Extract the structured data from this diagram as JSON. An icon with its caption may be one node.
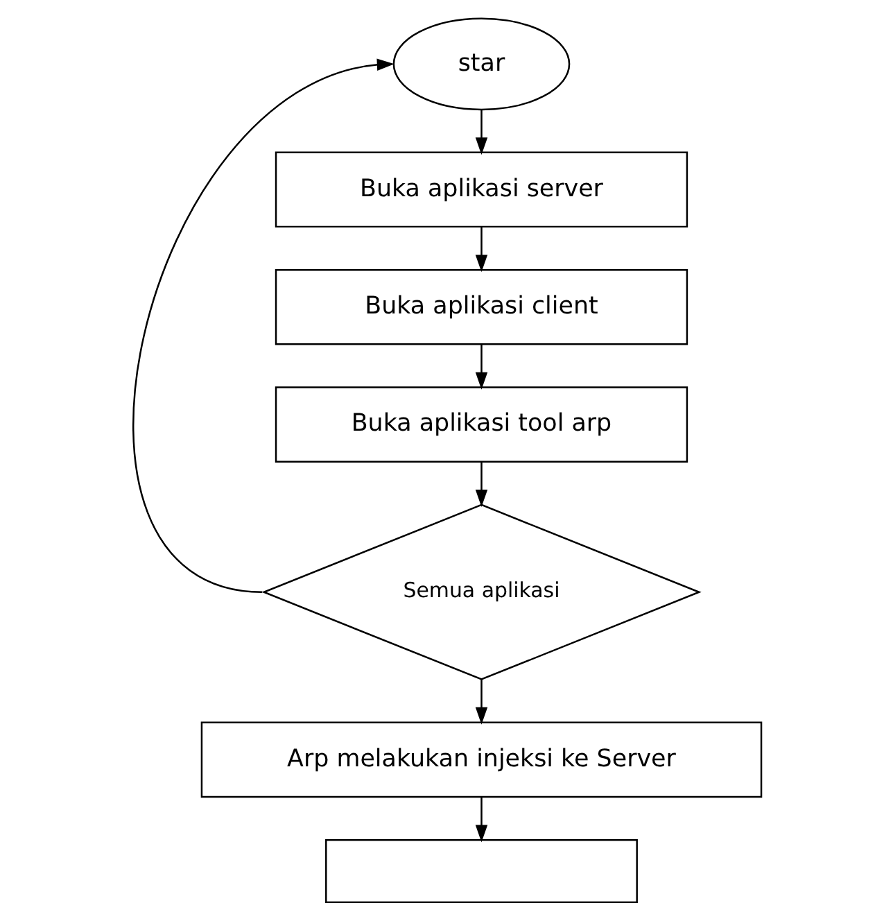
{
  "diagram": {
    "nodes": [
      {
        "text": [
          "star"
        ]
      },
      {
        "text": [
          "Buka aplikasi server"
        ]
      },
      {
        "text": [
          "Buka aplikasi client"
        ]
      },
      {
        "text": [
          "Buka aplikasi tool arp"
        ]
      },
      {
        "text": [
          "Semua aplikasi"
        ]
      },
      {
        "text": [
          "Arp melakukan injeksi ke Server"
        ]
      },
      {
        "text": [],
        "shape": "box"
      }
    ],
    "edges": [
      {
        "from": 0,
        "to": 1,
        "arrow": "to"
      },
      {
        "from": 1,
        "to": 2,
        "arrow": "to"
      },
      {
        "from": 2,
        "to": 3,
        "arrow": "to"
      },
      {
        "from": 3,
        "to": 4,
        "arrow": "to"
      },
      {
        "from": 4,
        "to": 0,
        "arrow": "to"
      },
      {
        "from": 4,
        "to": 5,
        "arrow": "to"
      },
      {
        "from": 5,
        "to": 6,
        "arrow": "to"
      }
    ]
  }
}
